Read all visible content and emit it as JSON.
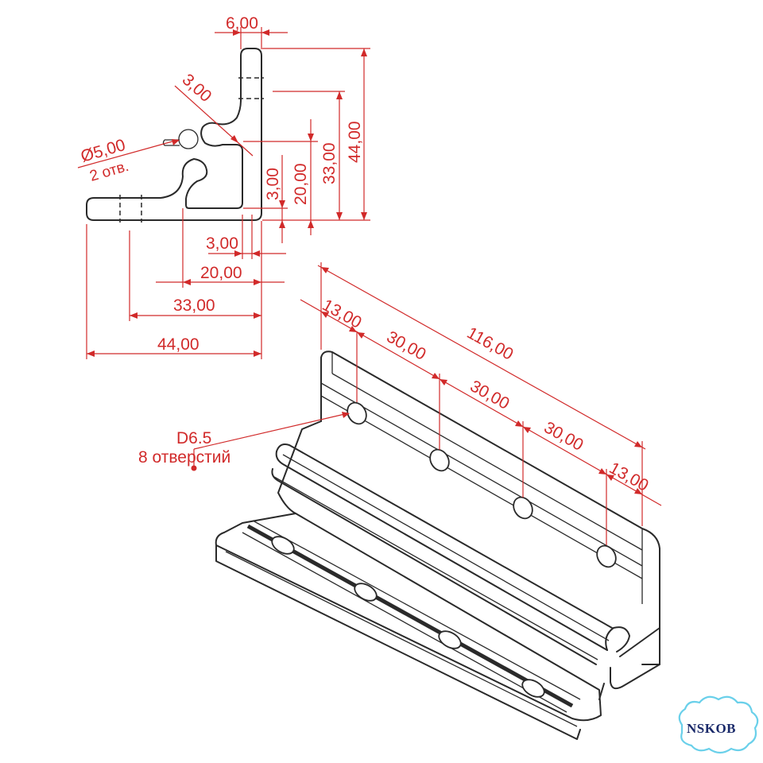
{
  "profile_section": {
    "wall_thickness": "6,00",
    "slot_offset_diag": "3,00",
    "hole_diameter": "Ø5,00",
    "hole_count": "2 отв.",
    "height_44": "44,00",
    "height_33": "33,00",
    "height_20": "20,00",
    "height_3": "3,00",
    "width_3": "3,00",
    "width_20": "20,00",
    "width_33": "33,00",
    "width_44": "44,00"
  },
  "iso_view": {
    "length_total": "116,00",
    "spacing_first": "13,00",
    "spacing_a": "30,00",
    "spacing_b": "30,00",
    "spacing_c": "30,00",
    "spacing_last": "13,00",
    "hole_spec": "D6.5",
    "hole_spec_count": "8 отверстий"
  },
  "logo": {
    "text": "NSKOB"
  },
  "colors": {
    "dimension": "#d12a2a",
    "outline": "#2a2a2a",
    "logo_border": "#6ad0ea",
    "logo_text": "#1a2a6a"
  }
}
